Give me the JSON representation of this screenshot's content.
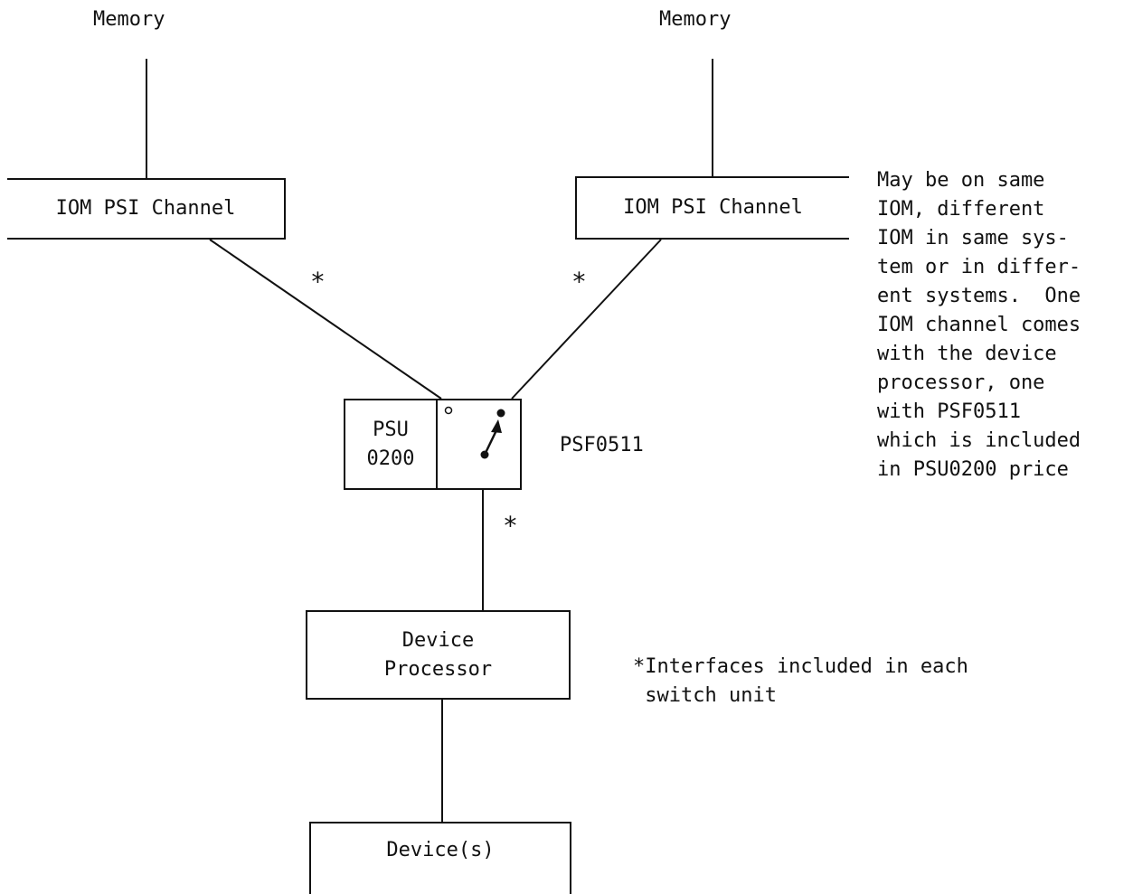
{
  "nodes": {
    "memory_left": "Memory",
    "memory_right": "Memory",
    "iom_left": "IOM PSI Channel",
    "iom_right": "IOM PSI Channel",
    "psu": "PSU\n0200",
    "psf_label": "PSF0511",
    "device_processor": "Device\nProcessor",
    "devices": "Device(s)"
  },
  "interface_marker": "*",
  "side_note": "May be on same\nIOM, different\nIOM in same sys-\ntem or in differ-\nent systems.  One\nIOM channel comes\nwith the device\nprocessor, one\nwith PSF0511\nwhich is included\nin PSU0200 price",
  "footnote": "*Interfaces included in each\n switch unit"
}
